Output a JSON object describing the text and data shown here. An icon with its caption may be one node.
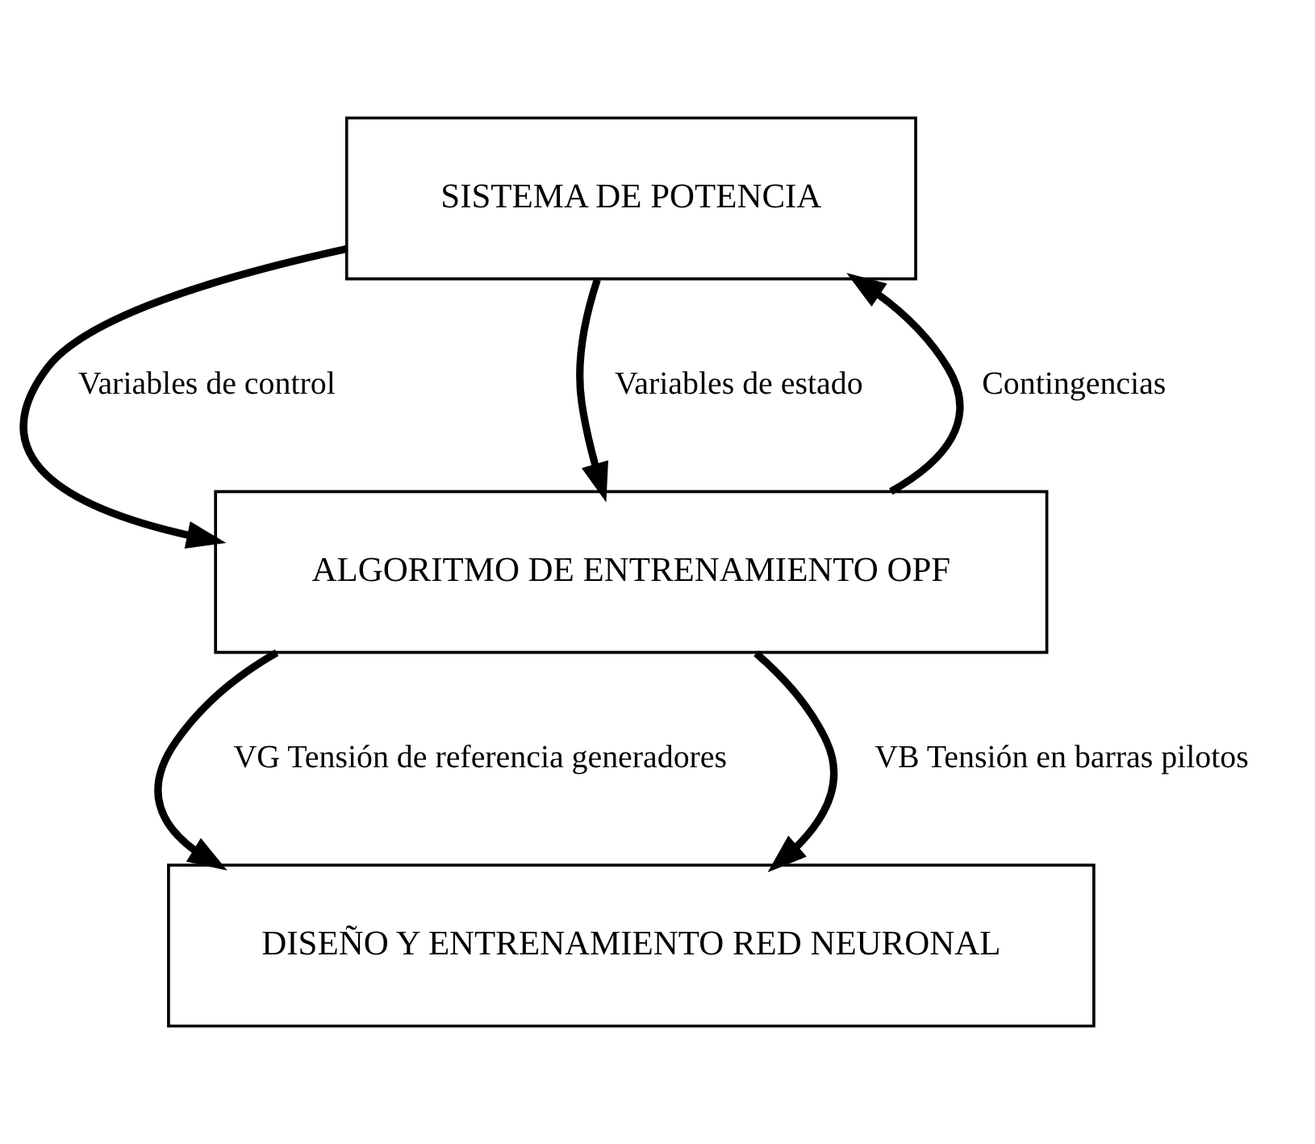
{
  "diagram": {
    "nodes": [
      {
        "text": [
          "SISTEMA DE POTENCIA"
        ]
      },
      {
        "text": [
          "ALGORITMO DE ENTRENAMIENTO OPF"
        ]
      },
      {
        "text": [
          "DISEÑO Y ENTRENAMIENTO RED NEURONAL"
        ]
      }
    ],
    "edges": [
      {
        "from": 1,
        "to": 0,
        "arrow": "to",
        "label": "Contingencias"
      },
      {
        "from": 0,
        "to": 1,
        "arrow": "to",
        "label": "Variables de control"
      },
      {
        "from": 0,
        "to": 1,
        "arrow": "to",
        "label": "Variables de estado"
      },
      {
        "from": 1,
        "to": 2,
        "arrow": "to",
        "label": "VG Tensión de referencia generadores"
      },
      {
        "from": 1,
        "to": 2,
        "arrow": "to",
        "label": "VB Tensión en barras pilotos"
      }
    ]
  }
}
